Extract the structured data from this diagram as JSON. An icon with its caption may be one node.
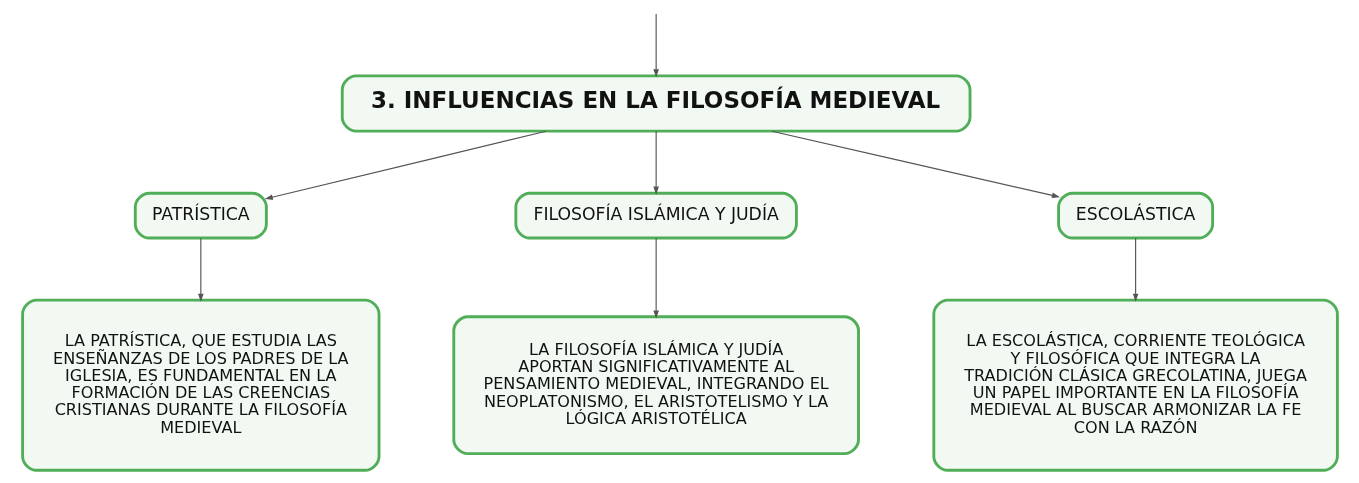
{
  "diagram": {
    "nodes": [
      {
        "text": [
          "3. INFLUENCIAS EN LA FILOSOFÍA MEDIEVAL"
        ]
      },
      {
        "text": [
          "PATRÍSTICA"
        ]
      },
      {
        "text": [
          "FILOSOFÍA ISLÁMICA Y JUDÍA"
        ]
      },
      {
        "text": [
          "ESCOLÁSTICA"
        ]
      },
      {
        "text": [
          "LA PATRÍSTICA, QUE ESTUDIA LAS ENSEÑANZAS DE LOS PADRES DE LA IGLESIA, ES FUNDAMENTAL EN LA FORMACIÓN DE LAS CREENCIAS CRISTIANAS DURANTE LA FILOSOFÍA MEDIEVAL"
        ]
      },
      {
        "text": [
          "LA FILOSOFÍA ISLÁMICA Y JUDÍA APORTAN SIGNIFICATIVAMENTE AL PENSAMIENTO MEDIEVAL, INTEGRANDO EL NEOPLATONISMO, EL ARISTOTELISMO Y LA LÓGICA ARISTOTÉLICA"
        ]
      },
      {
        "text": [
          "LA ESCOLÁSTICA, CORRIENTE TEOLÓGICA Y FILOSÓFICA QUE INTEGRA LA TRADICIÓN CLÁSICA GRECOLATINA, JUEGA UN PAPEL IMPORTANTE EN LA FILOSOFÍA MEDIEVAL AL BUSCAR ARMONIZAR LA FE CON LA RAZÓN"
        ]
      }
    ],
    "edges": [
      {
        "from": null,
        "to": 0,
        "arrow": "to"
      },
      {
        "from": 0,
        "to": 1,
        "arrow": "to"
      },
      {
        "from": 0,
        "to": 2,
        "arrow": "to"
      },
      {
        "from": 0,
        "to": 3,
        "arrow": "to"
      },
      {
        "from": 1,
        "to": 4,
        "arrow": "to"
      },
      {
        "from": 2,
        "to": 5,
        "arrow": "to"
      },
      {
        "from": 3,
        "to": 6,
        "arrow": "to"
      }
    ]
  }
}
